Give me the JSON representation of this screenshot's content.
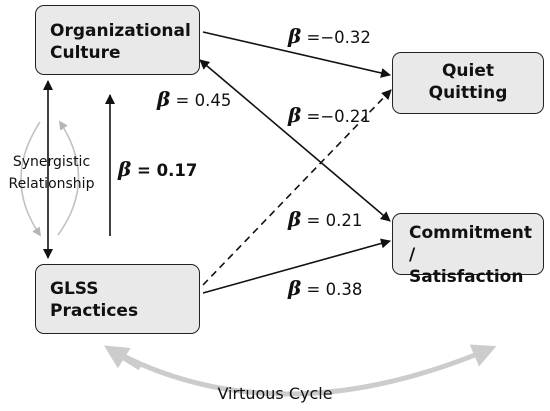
{
  "nodes": {
    "organizational_culture": [
      "Organizational",
      "Culture"
    ],
    "quiet_quitting": [
      "Quiet",
      "Quitting"
    ],
    "commitment_satisfaction": [
      "Commitment /",
      "Satisfaction"
    ],
    "glss_practices": [
      "GLSS",
      "Practices"
    ]
  },
  "edges": {
    "oc_to_qq": {
      "symbol": "β",
      "text": " =−0.32"
    },
    "glss_oc_bidirectional": {
      "symbol": "β",
      "text": " = 0.45"
    },
    "glss_to_qq": {
      "symbol": "β",
      "text": " =−0.21"
    },
    "glss_to_oc": {
      "symbol": "β",
      "text": " = 0.17"
    },
    "oc_to_cs": {
      "symbol": "β",
      "text": " = 0.21"
    },
    "glss_to_cs": {
      "symbol": "β",
      "text": " = 0.38"
    }
  },
  "synergy_label": [
    "Synergistic",
    "Relationship"
  ],
  "virtuous_label": "Virtuous Cycle"
}
